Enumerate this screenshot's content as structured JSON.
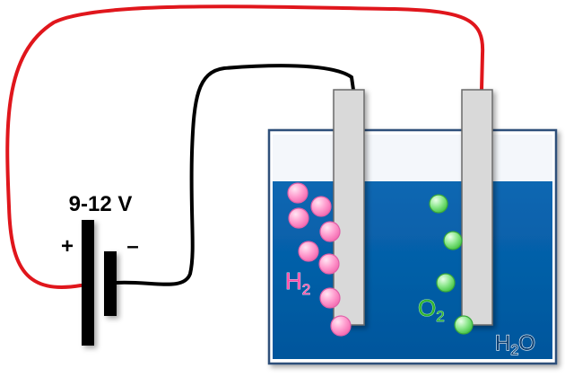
{
  "battery": {
    "voltage_label": "9-12 V",
    "positive_symbol": "+",
    "negative_symbol": "–"
  },
  "labels": {
    "hydrogen_main": "H",
    "hydrogen_sub": "2",
    "oxygen_main": "O",
    "oxygen_sub": "2",
    "water_main": "H",
    "water_sub": "2",
    "water_tail": "O"
  },
  "colors": {
    "positive_wire": "#e0161c",
    "negative_wire": "#000000",
    "water": "#0060aa",
    "electrode": "#d9d9d9",
    "hydrogen_bubble": "#ff8fc8",
    "oxygen_bubble": "#7ee07e",
    "hydrogen_text": "#ff49a6",
    "oxygen_text": "#2fb22f",
    "water_text": "#0a3f73"
  }
}
